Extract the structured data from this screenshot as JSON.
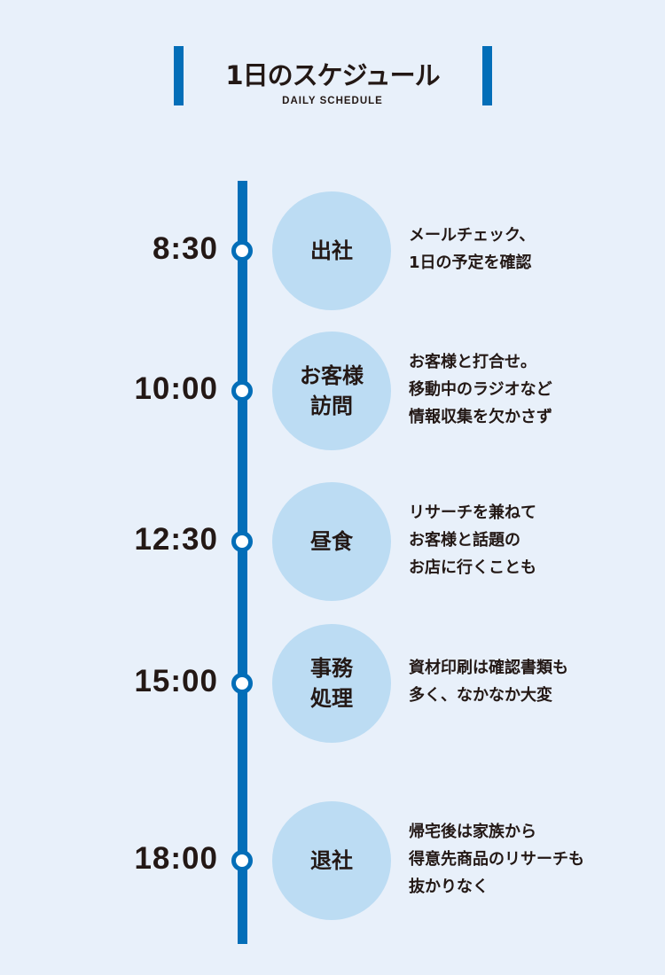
{
  "header": {
    "title": "1日のスケジュール",
    "subtitle": "DAILY SCHEDULE"
  },
  "colors": {
    "accent": "#036eb8",
    "circle": "#bcdcf3",
    "background": "#e8f0fa"
  },
  "schedule": [
    {
      "time": "8:30",
      "activity": "出社",
      "description": "メールチェック、\n1日の予定を確認"
    },
    {
      "time": "10:00",
      "activity": "お客様\n訪問",
      "description": "お客様と打合せ。\n移動中のラジオなど\n情報収集を欠かさず"
    },
    {
      "time": "12:30",
      "activity": "昼食",
      "description": "リサーチを兼ねて\nお客様と話題の\nお店に行くことも"
    },
    {
      "time": "15:00",
      "activity": "事務\n処理",
      "description": "資材印刷は確認書類も\n多く、なかなか大変"
    },
    {
      "time": "18:00",
      "activity": "退社",
      "description": "帰宅後は家族から\n得意先商品のリサーチも\n抜かりなく"
    }
  ]
}
